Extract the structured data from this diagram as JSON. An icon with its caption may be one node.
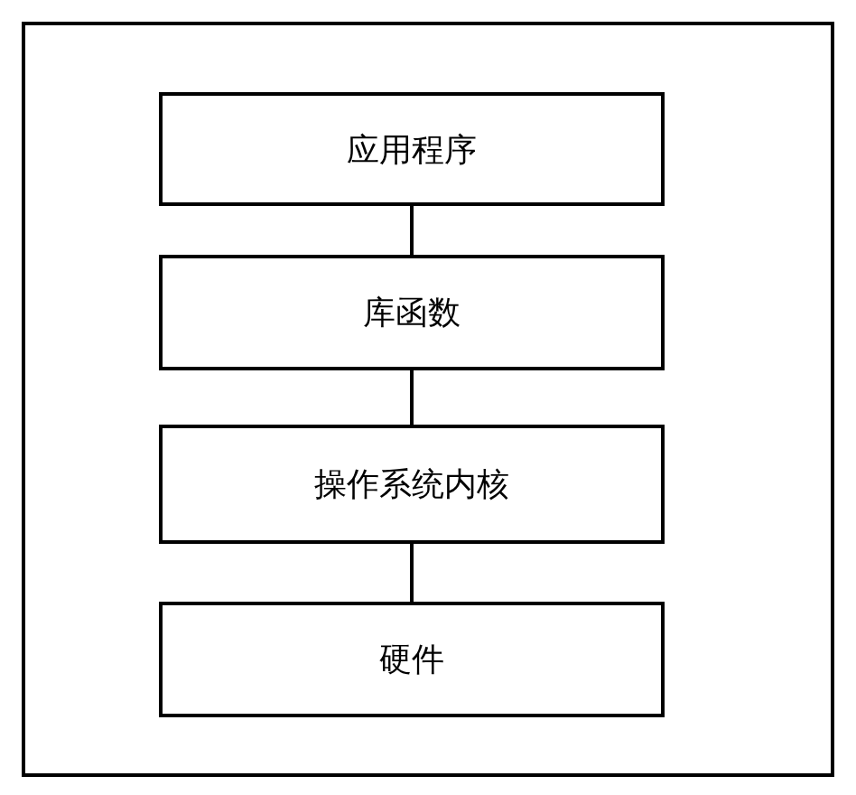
{
  "diagram": {
    "nodes": [
      {
        "text": [],
        "shape": "box"
      },
      {
        "text": [
          "应用程序"
        ],
        "in": 0
      },
      {
        "text": [
          "库函数"
        ],
        "in": 0
      },
      {
        "text": [
          "操作系统内核"
        ],
        "in": 0
      },
      {
        "text": [
          "硬件"
        ],
        "in": 0
      }
    ],
    "edges": [
      {
        "from": 1,
        "to": 2,
        "arrow": "none"
      },
      {
        "from": 2,
        "to": 3,
        "arrow": "none"
      },
      {
        "from": 3,
        "to": 4,
        "arrow": "none"
      }
    ]
  }
}
